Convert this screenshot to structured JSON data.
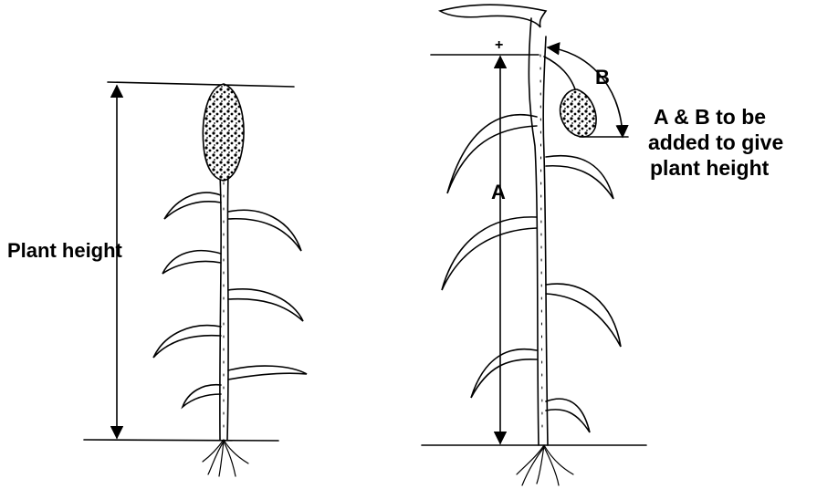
{
  "left_plant": {
    "measure_label": "Plant height"
  },
  "right_plant": {
    "segment_a_label": "A",
    "segment_b_label": "B",
    "plus_marker": "+",
    "note_lines": [
      "A & B to be",
      "added to give",
      "plant height"
    ]
  },
  "colors": {
    "ink": "#000000",
    "background": "#ffffff"
  }
}
